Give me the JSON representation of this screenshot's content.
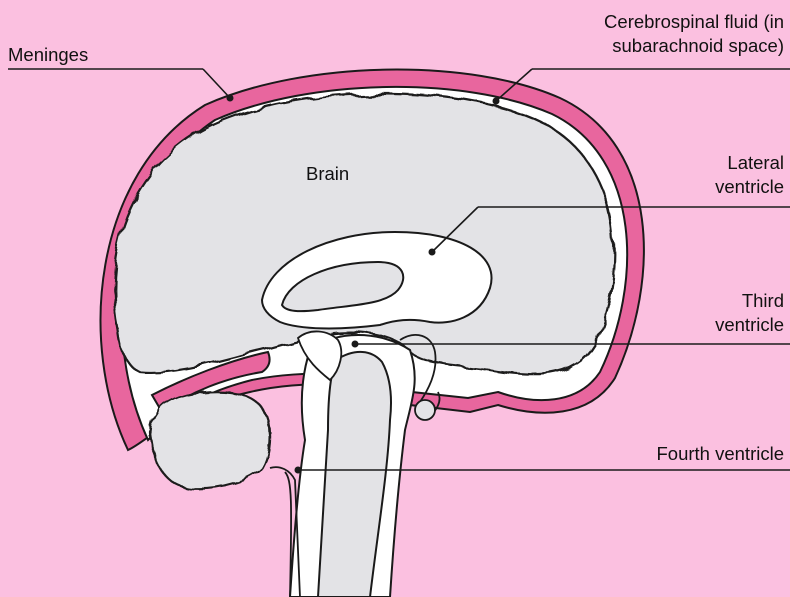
{
  "colors": {
    "background": "#fbc0e0",
    "meninges": "#e8669e",
    "brain_tissue": "#e3e3e6",
    "csf_space": "#ffffff",
    "outline": "#1a1a1a",
    "title_accent": "#e0408a"
  },
  "labels": {
    "meninges": "Meninges",
    "csf": [
      "Cerebrospinal fluid (in",
      "subarachnoid space)"
    ],
    "brain": "Brain",
    "lateral_ventricle": [
      "Lateral",
      "ventricle"
    ],
    "third_ventricle": [
      "Third",
      "ventricle"
    ],
    "fourth_ventricle": "Fourth ventricle"
  }
}
